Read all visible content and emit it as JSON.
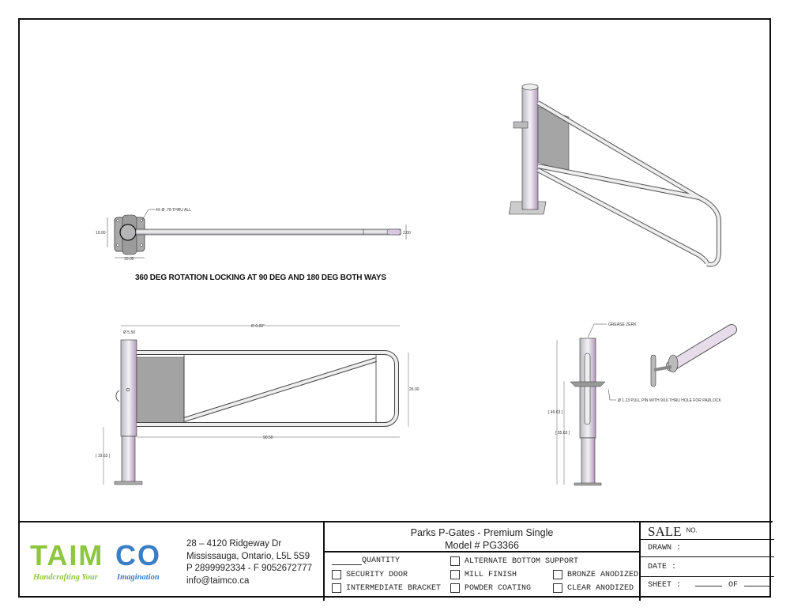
{
  "drawing": {
    "top_view": {
      "hole_note": "4X Ø .78 THRU ALL",
      "height_dim": "10.00",
      "width_dim": "10.00",
      "bar_dim": "2.00"
    },
    "rotation_note": "360 DEG ROTATION LOCKING AT 90 DEG AND 180 DEG BOTH WAYS",
    "front_view": {
      "overall_length": "8'-0.00\"",
      "post_dia": "Ø 5.50",
      "gate_height": "26.00",
      "gate_length": "90.50",
      "post_height": "[ 19.63 ]"
    },
    "side_view": {
      "grease_note": "GREASE ZERK",
      "pin_note": "Ø 1.13 PULL PIN WITH 9/16 THRU HOLE FOR PADLOCK",
      "total_height": "[ 49.63 ]",
      "lock_height": "[ 35.63 ]"
    }
  },
  "title_block": {
    "logo": {
      "text": "TAIMCO",
      "tagline_1": "Handcrafting Your",
      "tagline_2": "Imagination",
      "green": "#8dc63f",
      "blue": "#3a7fc4"
    },
    "address": [
      "28 – 4120 Ridgeway Dr",
      "Mississauga, Ontario, L5L 5S9",
      "P 2899992334 - F 9052672777",
      "info@taimco.ca"
    ],
    "product_title": "Parks P-Gates - Premium Single",
    "model": "Model # PG3366",
    "quantity_label": "QUANTITY",
    "options": {
      "security_door": "SECURITY DOOR",
      "intermediate_bracket": "INTERMEDIATE BRACKET",
      "alternate_bottom_support": "ALTERNATE BOTTOM SUPPORT",
      "mill_finish": "MILL FINISH",
      "powder_coating": "POWDER COATING",
      "bronze_anodized": "BRONZE ANODIZED",
      "clear_anodized": "CLEAR ANODIZED"
    },
    "sale_label": "SALE",
    "sale_no": "NO.",
    "drawn_label": "DRAWN :",
    "date_label": "DATE :",
    "sheet_label": "SHEET :",
    "of_label": "OF"
  }
}
